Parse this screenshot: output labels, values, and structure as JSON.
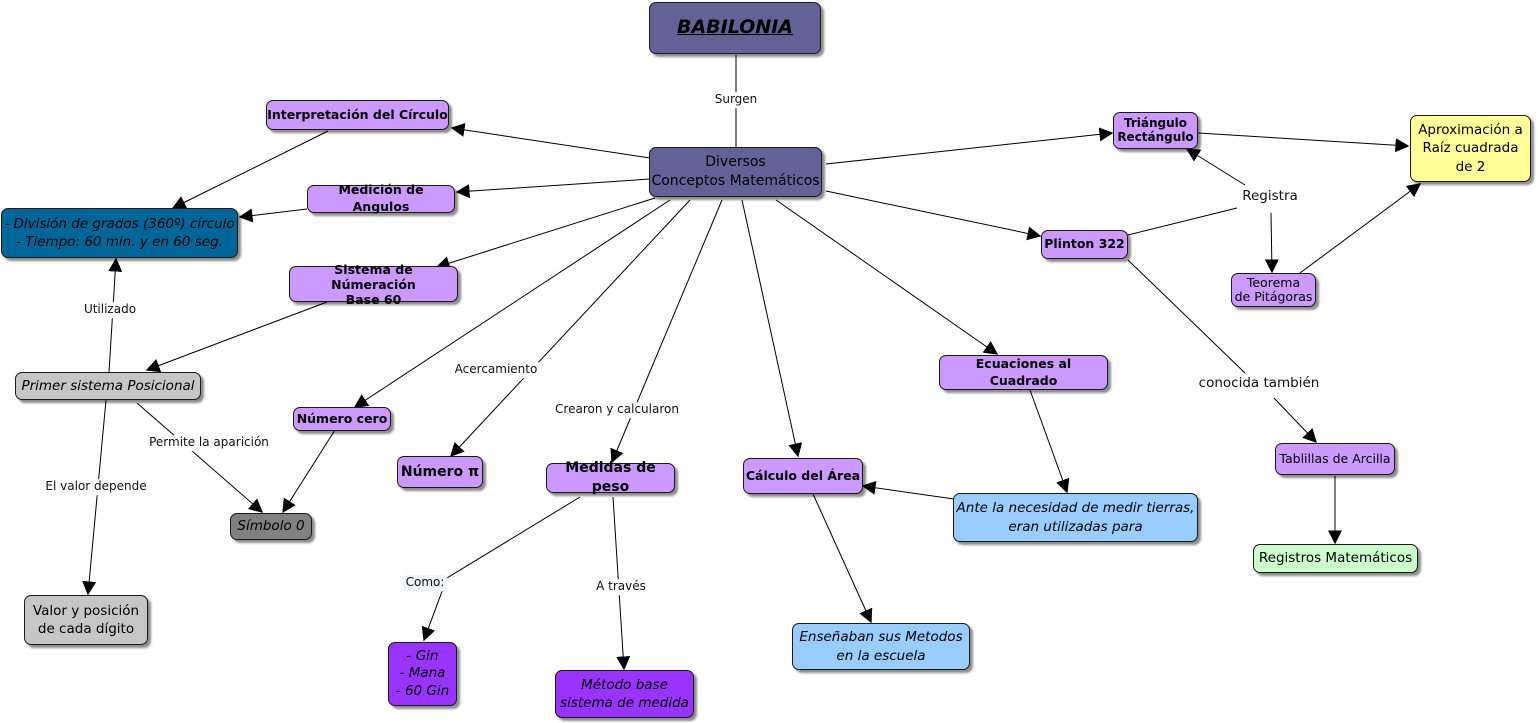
{
  "colors": {
    "title_fill": "#626297",
    "concept_fill": "#cc99ff",
    "teal_fill": "#006699",
    "grey_fill": "#c6c6c6",
    "dark_grey_fill": "#808080",
    "violet_fill": "#9933ff",
    "sky_fill": "#99ccff",
    "yellow_fill": "#ffff99",
    "green_fill": "#ccffcc",
    "edge": "#000000"
  },
  "nodes": {
    "babilonia": "BABILONIA",
    "diversos": "Diversos\nConceptos Matemáticos",
    "interpretacion": "Interpretación del Círculo",
    "medicion": "Medición de Angulos",
    "division": "- División de grados (360º) círculo\n- Tiempo: 60 min. y en 60 seg.",
    "sistema": "Sistema de Númeración\nBase 60",
    "primer": "Primer sistema Posicional",
    "valor": "Valor y posición\nde cada dígito",
    "numero_cero": "Número cero",
    "simbolo": "Símbolo 0",
    "numero_pi": "Número π",
    "medidas": "Medidas de peso",
    "gin": "- Gin\n- Mana\n- 60 Gin",
    "metodo": "Método base\nsistema de medida",
    "calculo": "Cálculo del Área",
    "ensenaban": "Enseñaban sus Metodos\nen la escuela",
    "ecuaciones": "Ecuaciones al Cuadrado",
    "ante": "Ante la necesidad de medir tierras,\neran utilizadas para",
    "triangulo": "Triángulo\nRectángulo",
    "aproximacion": "Aproximación a\nRaíz cuadrada\nde 2",
    "plinton": "Plinton 322",
    "teorema": "Teorema\nde Pitágoras",
    "tablillas": "Tablillas de Arcilla",
    "registros": "Registros Matemáticos"
  },
  "links": {
    "surgen": "Surgen",
    "utilizado": "Utilizado",
    "permite": "Permite la aparición",
    "valor_depende": "El valor depende",
    "acercamiento": "Acercamiento",
    "crearon": "Crearon y calcularon",
    "como": "Como:",
    "a_traves": "A través",
    "registra": "Registra",
    "conocida": "conocida también"
  }
}
